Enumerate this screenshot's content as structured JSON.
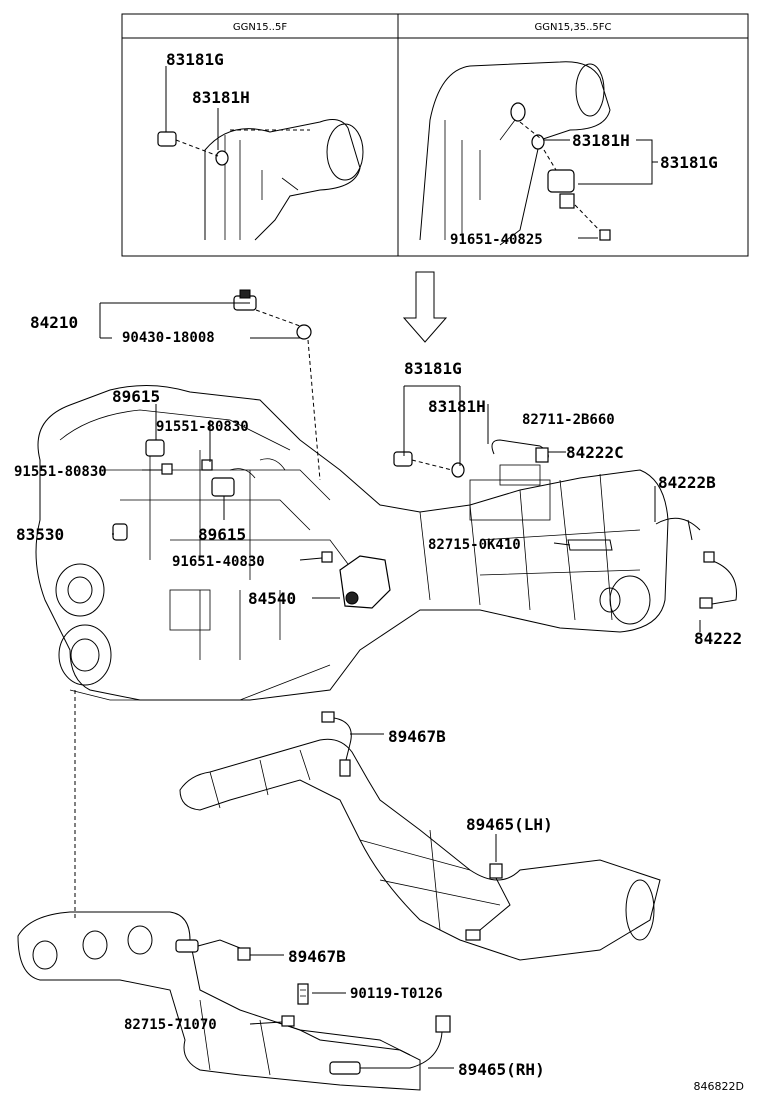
{
  "inset": {
    "left_header": "GGN15..5F",
    "right_header": "GGN15,35..5FC"
  },
  "labels": {
    "inset_l_83181G": "83181G",
    "inset_l_83181H": "83181H",
    "inset_r_83181H": "83181H",
    "inset_r_83181G": "83181G",
    "inset_r_91651_40825": "91651-40825",
    "p84210": "84210",
    "p90430_18008": "90430-18008",
    "p83181G": "83181G",
    "p83181H": "83181H",
    "p82711_2B660": "82711-2B660",
    "p84222C": "84222C",
    "p84222B": "84222B",
    "p89615_top": "89615",
    "p91551_80830_a": "91551-80830",
    "p91551_80830_b": "91551-80830",
    "p83530": "83530",
    "p89615_bottom": "89615",
    "p82715_0K410": "82715-0K410",
    "p91651_40830": "91651-40830",
    "p84540": "84540",
    "p84222": "84222",
    "p89467B_top": "89467B",
    "p89465_LH": "89465(LH)",
    "p89467B_bottom": "89467B",
    "p90119_T0126": "90119-T0126",
    "p82715_71070": "82715-71070",
    "p89465_RH": "89465(RH)"
  },
  "ref_code": "846822D"
}
